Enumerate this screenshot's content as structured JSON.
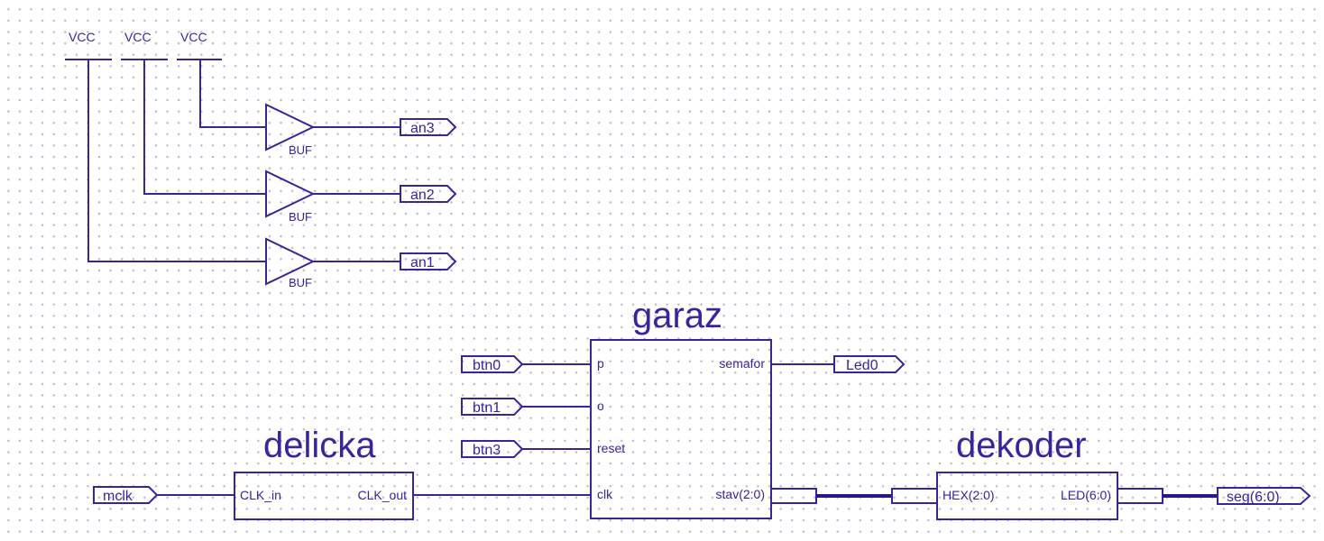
{
  "power": [
    {
      "label": "VCC"
    },
    {
      "label": "VCC"
    },
    {
      "label": "VCC"
    }
  ],
  "buffers": [
    {
      "label": "BUF",
      "output": "an3"
    },
    {
      "label": "BUF",
      "output": "an2"
    },
    {
      "label": "BUF",
      "output": "an1"
    }
  ],
  "blocks": {
    "garaz": {
      "title": "garaz",
      "inputs": [
        "p",
        "o",
        "reset",
        "clk"
      ],
      "outputs": [
        "semafor",
        "stav(2:0)"
      ]
    },
    "delicka": {
      "title": "delicka",
      "inputs": [
        "CLK_in"
      ],
      "outputs": [
        "CLK_out"
      ]
    },
    "dekoder": {
      "title": "dekoder",
      "inputs": [
        "HEX(2:0)"
      ],
      "outputs": [
        "LED(6:0)"
      ]
    }
  },
  "io": {
    "btn0": "btn0",
    "btn1": "btn1",
    "btn3": "btn3",
    "mclk": "mclk",
    "led0": "Led0",
    "seg": "seg(6:0)"
  }
}
